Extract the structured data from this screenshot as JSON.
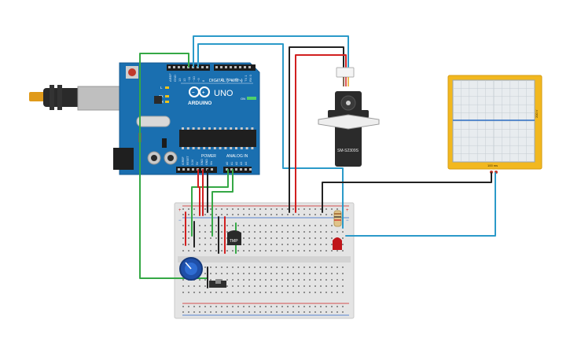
{
  "canvas": {
    "background": "#ffffff"
  },
  "arduino": {
    "brand": "ARDUINO",
    "model": "UNO",
    "digital_label": "DIGITAL (PWM~)",
    "power_label": "POWER",
    "analog_label": "ANALOG IN",
    "tx_label": "TX",
    "rx_label": "RX",
    "l_label": "L",
    "on_label": "ON",
    "board_color": "#1a6fb0"
  },
  "servo": {
    "model": "SM-S2309S",
    "body_color": "#2b2b2b"
  },
  "oscilloscope": {
    "time_label": "100 ms",
    "volt_label": "200 V",
    "frame_color": "#f2b81f",
    "trace_color": "#2f6fc4"
  },
  "breadboard": {
    "color": "#e6e6e6",
    "rail_plus": "+",
    "rail_minus": "−"
  },
  "sensor": {
    "label": "TMP"
  },
  "wires": {
    "red": "#d11f1f",
    "black": "#222222",
    "green": "#35a845",
    "blue": "#2b9ac9"
  }
}
